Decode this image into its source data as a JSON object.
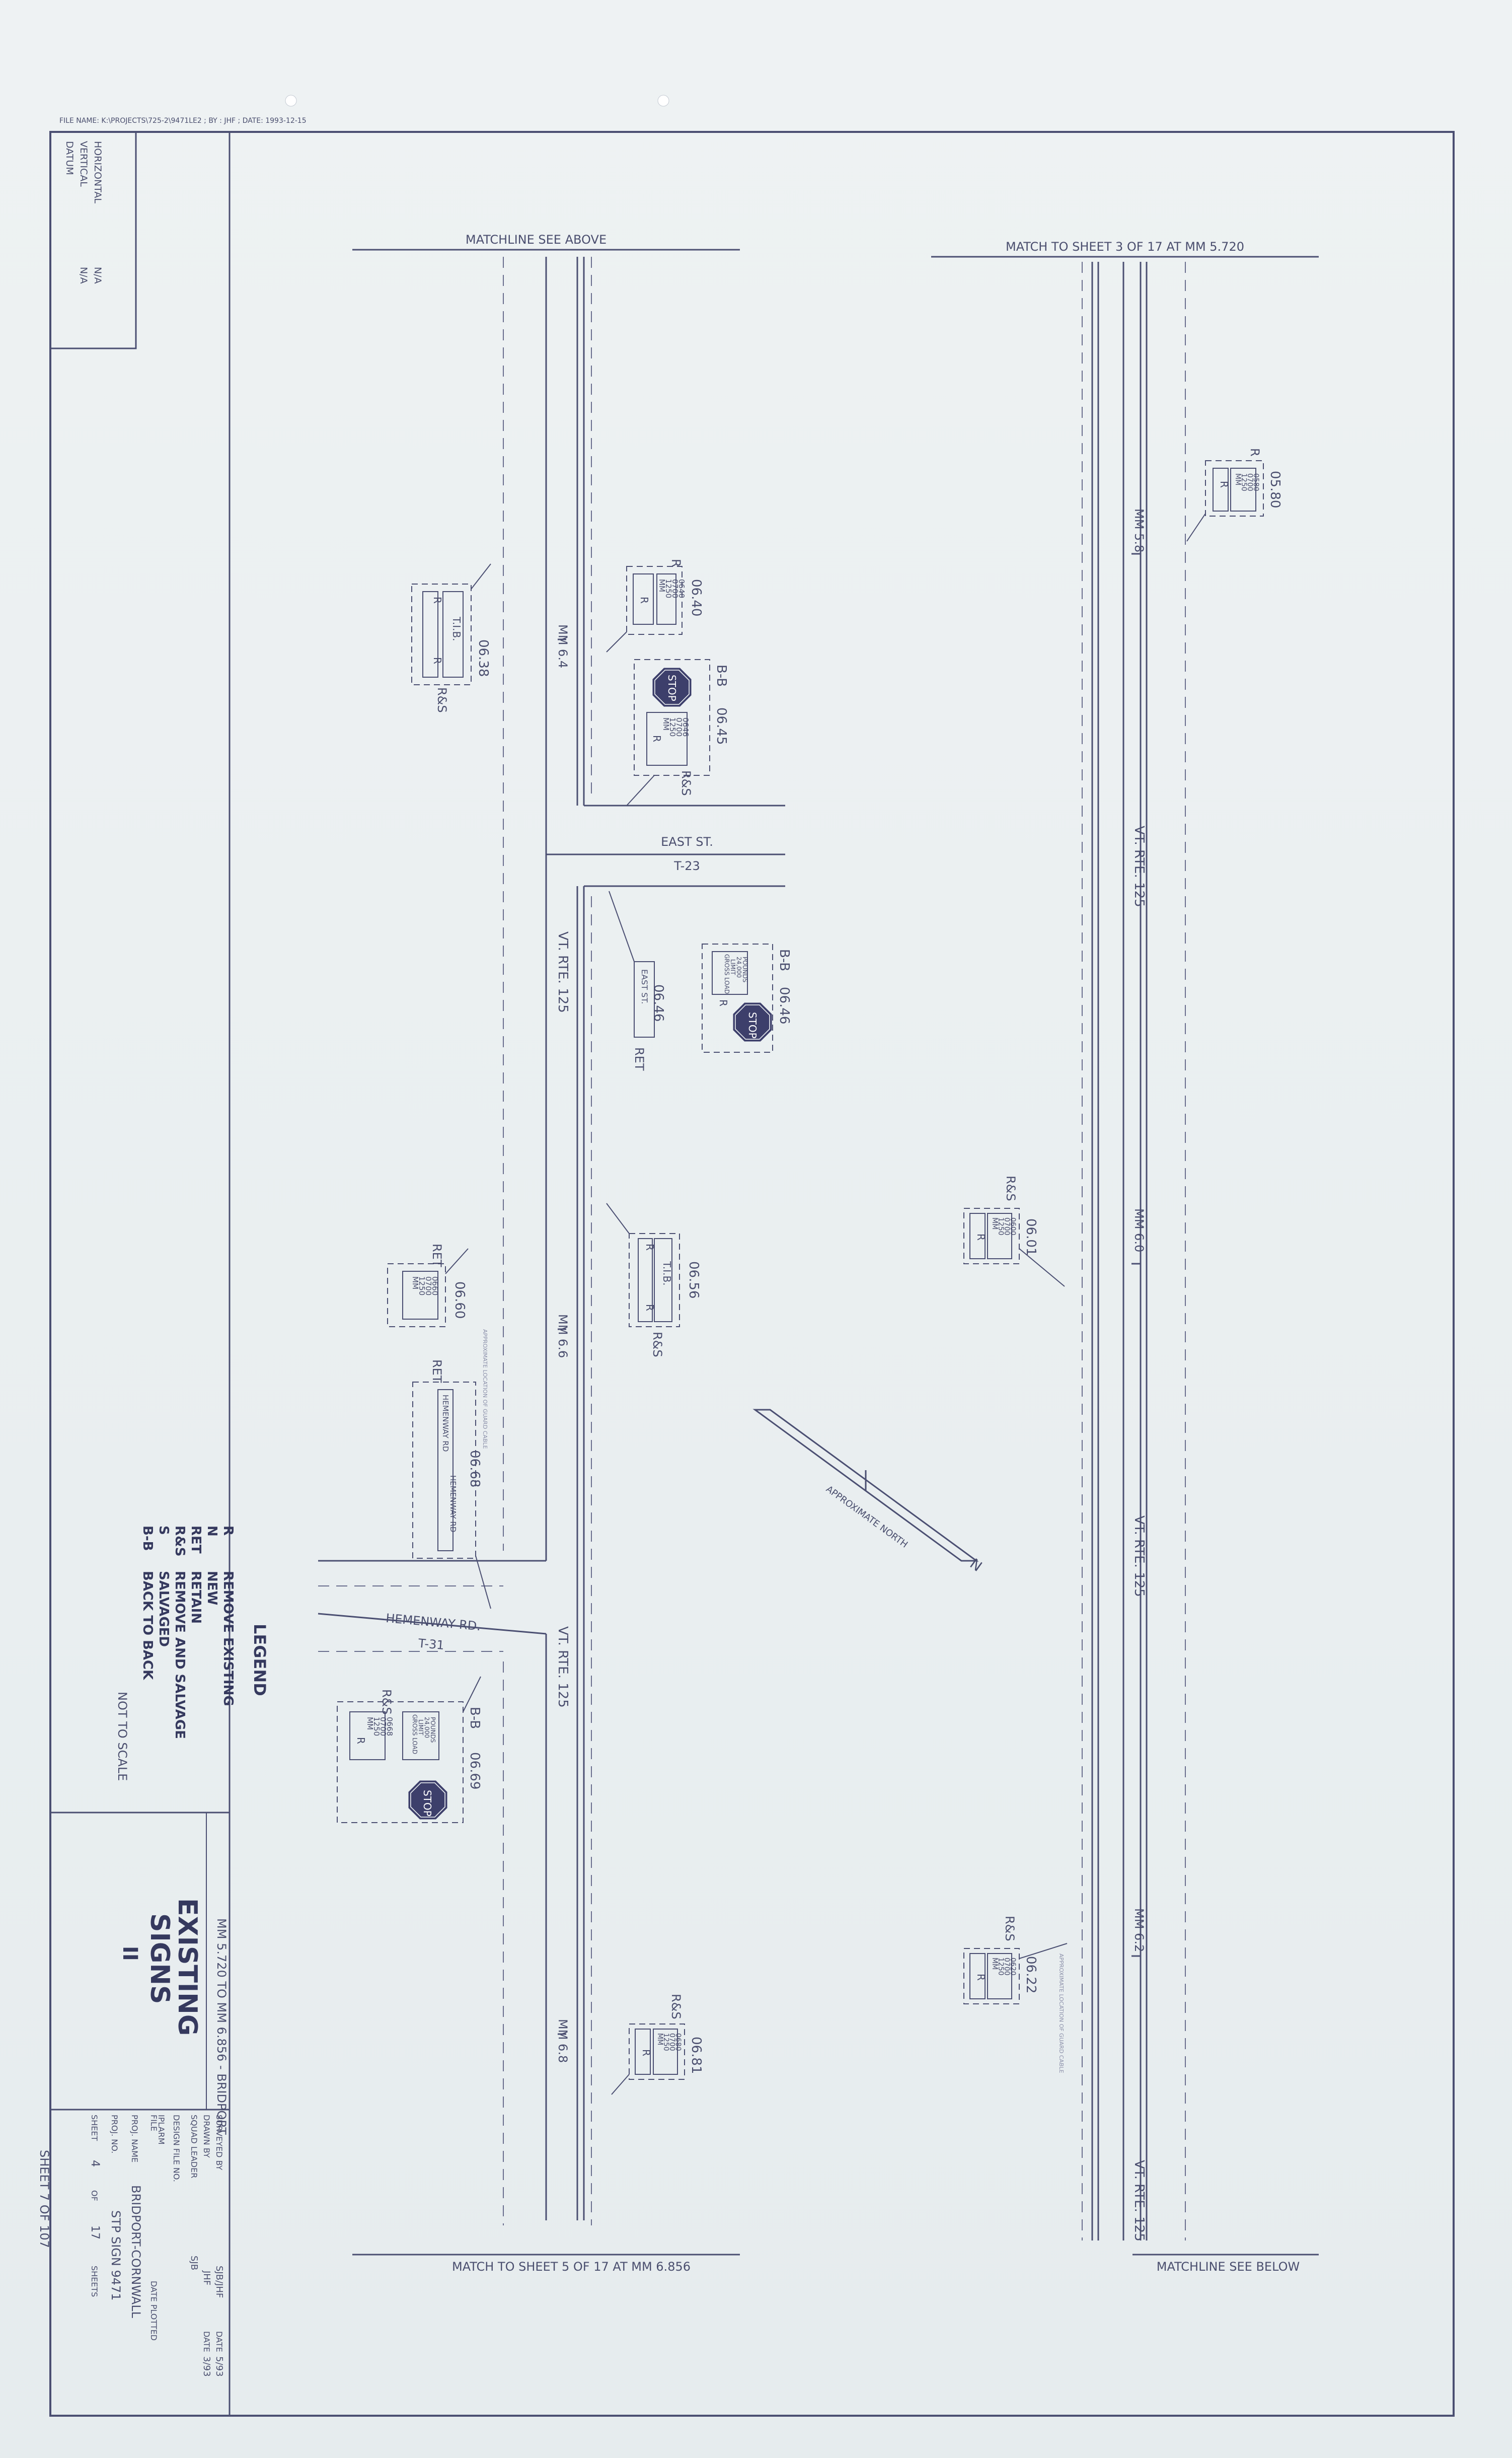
{
  "file_name": "FILE NAME: K:\\PROJECTS\\725-2\\9471LE2 ; BY : JHF ; DATE: 1993-12-15",
  "datum": {
    "title": "DATUM",
    "vertical_label": "VERTICAL",
    "vertical_value": "N/A",
    "horizontal_label": "HORIZONTAL",
    "horizontal_value": "N/A"
  },
  "matchlines": {
    "top_left": "MATCHLINE SEE ABOVE",
    "top_right": "MATCH TO SHEET 3 OF 17 AT MM 5.720",
    "bottom_left": "MATCH TO SHEET 5 OF 17 AT MM 6.856",
    "bottom_right": "MATCHLINE SEE BELOW"
  },
  "roads": {
    "route": "VT. RTE. 125",
    "east_st": "EAST ST.",
    "east_st_town": "T-23",
    "hemenway": "HEMENWAY RD.",
    "hemenway_town": "T-31",
    "north_arrow": "APPROXIMATE NORTH",
    "north_letter": "N"
  },
  "mileposts": [
    "MM 6.4",
    "MM 6.6",
    "MM 6.8",
    "MM 5.8",
    "MM 6.0",
    "MM 6.2"
  ],
  "signs": {
    "s0638": {
      "id": "06.38",
      "status": "R&S",
      "text": "T.I.B.",
      "codes": [
        "R",
        "R"
      ]
    },
    "s0640": {
      "id": "06.40",
      "status": "R",
      "mm": "MM",
      "l1": "1250",
      "l2": "0700",
      "l3": "0640",
      "code": "R"
    },
    "s0645": {
      "id": "06.45",
      "status": "R&S",
      "bb": "B-B",
      "mm": "MM",
      "l1": "1250",
      "l2": "0700",
      "l3": "0646",
      "stop": "STOP",
      "code": "R"
    },
    "s0646a": {
      "id": "06.46",
      "status": "RET",
      "text": "EAST ST."
    },
    "s0646b": {
      "id": "06.46",
      "bb": "B-B",
      "l1": "GROSS LOAD",
      "l2": "LIMIT",
      "l3": "24,000",
      "l4": "POUNDS",
      "stop": "STOP",
      "code": "R"
    },
    "s0656": {
      "id": "06.56",
      "status": "R&S",
      "text": "T.I.B.",
      "codes": [
        "R",
        "R"
      ]
    },
    "s0660": {
      "id": "06.60",
      "status": "RET",
      "mm": "MM",
      "l1": "1250",
      "l2": "0700",
      "l3": "0660"
    },
    "s0668": {
      "id": "06.68",
      "status": "RET",
      "text1": "HEMENWAY RD",
      "text2": "HEMENWAY RD",
      "small": "APPROXIMATE LOCATION OF GUARD CABLE"
    },
    "s0669": {
      "id": "06.69",
      "status": "R&S",
      "bb": "B-B",
      "mm": "MM",
      "l1": "1250",
      "l2": "0700",
      "l3": "0668",
      "g1": "GROSS LOAD",
      "g2": "LIMIT",
      "g3": "24,000",
      "g4": "POUNDS",
      "stop": "STOP",
      "code": "R"
    },
    "s0681": {
      "id": "06.81",
      "status": "R&S",
      "mm": "MM",
      "l1": "1250",
      "l2": "0700",
      "l3": "0680",
      "code": "R"
    },
    "s0580": {
      "id": "05.80",
      "status": "R",
      "mm": "MM",
      "l1": "1250",
      "l2": "0700",
      "l3": "0580",
      "code": "R"
    },
    "s0601": {
      "id": "06.01",
      "status": "R&S",
      "mm": "MM",
      "l1": "1250",
      "l2": "0700",
      "l3": "0600",
      "code": "R"
    },
    "s0622": {
      "id": "06.22",
      "status": "R&S",
      "mm": "MM",
      "l1": "1250",
      "l2": "0700",
      "l3": "0620",
      "code": "R",
      "small": "APPROXIMATE LOCATION OF GUARD CABLE"
    }
  },
  "legend": {
    "title": "LEGEND",
    "items": [
      {
        "code": "R",
        "desc": "REMOVE EXISTING"
      },
      {
        "code": "N",
        "desc": "NEW"
      },
      {
        "code": "RET",
        "desc": "RETAIN"
      },
      {
        "code": "R&S",
        "desc": "REMOVE AND SALVAGE"
      },
      {
        "code": "S",
        "desc": "SALVAGED"
      },
      {
        "code": "B-B",
        "desc": "BACK TO BACK"
      }
    ],
    "not_to_scale": "NOT TO SCALE"
  },
  "title_block": {
    "title1": "EXISTING",
    "title2": "SIGNS",
    "title3": "II",
    "range": "MM 5.720 TO MM 6.856 - BRIDPORT",
    "surveyed_label": "SURVEYED BY",
    "surveyed": "SJB/JHF",
    "date_label": "DATE",
    "date1": "5/93",
    "drawn_label": "DRAWN BY",
    "drawn": "JHF",
    "date2": "3/93",
    "squad_label": "SQUAD LEADER",
    "squad": "SJB",
    "design_file_label": "DESIGN FILE NO.",
    "iplarm_label": "IPLARM",
    "file_label": "FILE",
    "plotted_label": "DATE PLOTTED",
    "proj_name_label": "PROJ. NAME",
    "proj_name": "BRIDPORT-CORNWALL",
    "proj_no_label": "PROJ. NO.",
    "proj_no": "STP SIGN 9471",
    "sheet_label": "SHEET",
    "sheet_num": "4",
    "of_label": "OF",
    "sheet_total": "17",
    "sheets_label": "SHEETS"
  },
  "sheet_total": "SHEET 7 OF 107"
}
